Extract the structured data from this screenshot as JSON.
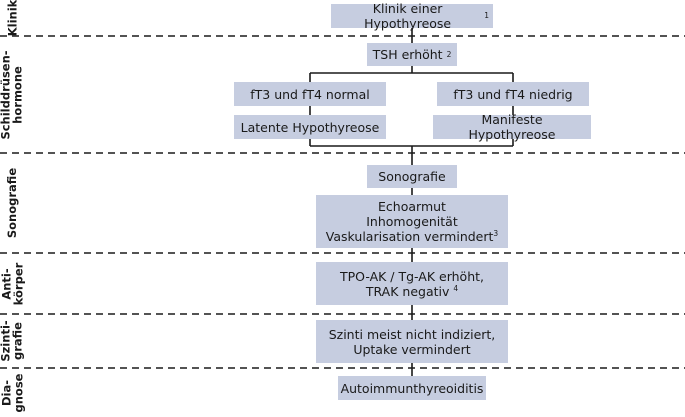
{
  "sections": {
    "klinik": "Klinik",
    "hormone_1": "Schilddrüsen-",
    "hormone_2": "hormone",
    "sonografie": "Sonografie",
    "antikoerper_1": "Anti-",
    "antikoerper_2": "körper",
    "szinti_1": "Szinti-",
    "szinti_2": "grafie",
    "diagnose_1": "Dia-",
    "diagnose_2": "gnose"
  },
  "nodes": {
    "klinik": {
      "text": "Klinik einer Hypothyreose",
      "note": "1"
    },
    "tsh": {
      "text": "TSH erhöht",
      "note": "2"
    },
    "ft_normal": "fT3 und fT4 normal",
    "ft_low": "fT3 und fT4 niedrig",
    "latent": "Latente Hypothyreose",
    "manifest": "Manifeste Hypothyreose",
    "sonografie": "Sonografie",
    "sono_findings": {
      "line1": "Echoarmut",
      "line2": "Inhomogenität",
      "line3": "Vaskularisation vermindert",
      "note": "3"
    },
    "antikoerper": {
      "line1": "TPO-AK / Tg-AK erhöht,",
      "line2": "TRAK negativ",
      "note": "4"
    },
    "szinti": {
      "line1": "Szinti meist nicht indiziert,",
      "line2": "Uptake vermindert"
    },
    "diagnose": "Autoimmunthyreoiditis"
  },
  "colors": {
    "box_fill": "#c6cde0",
    "line": "#1a1a1a"
  }
}
